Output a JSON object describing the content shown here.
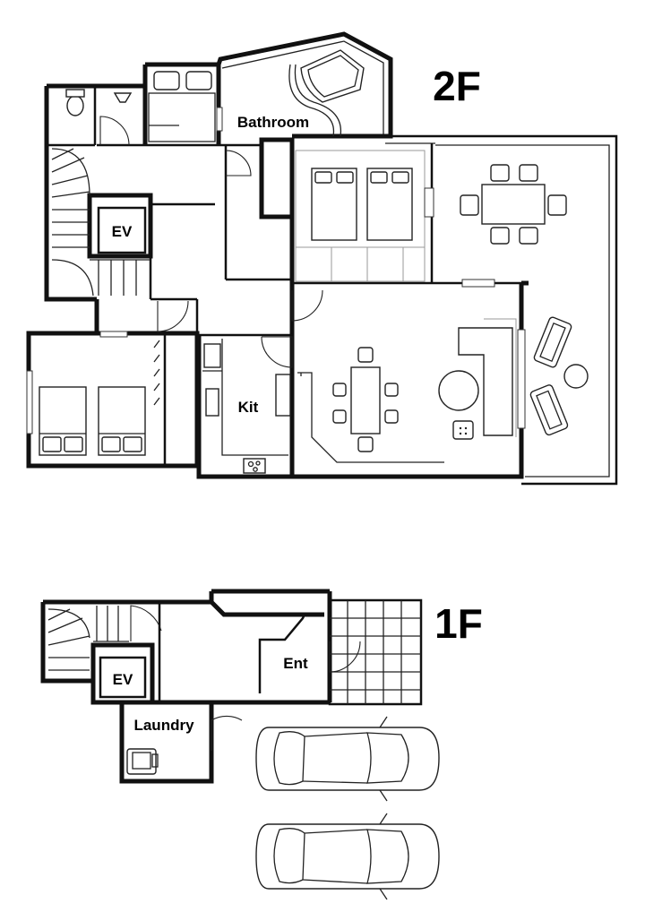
{
  "floors": {
    "upper": {
      "label": "2F",
      "rooms": {
        "bathroom": "Bathroom",
        "elevator": "EV",
        "kitchen": "Kit"
      }
    },
    "ground": {
      "label": "1F",
      "rooms": {
        "elevator": "EV",
        "entrance": "Ent",
        "laundry": "Laundry"
      }
    }
  }
}
